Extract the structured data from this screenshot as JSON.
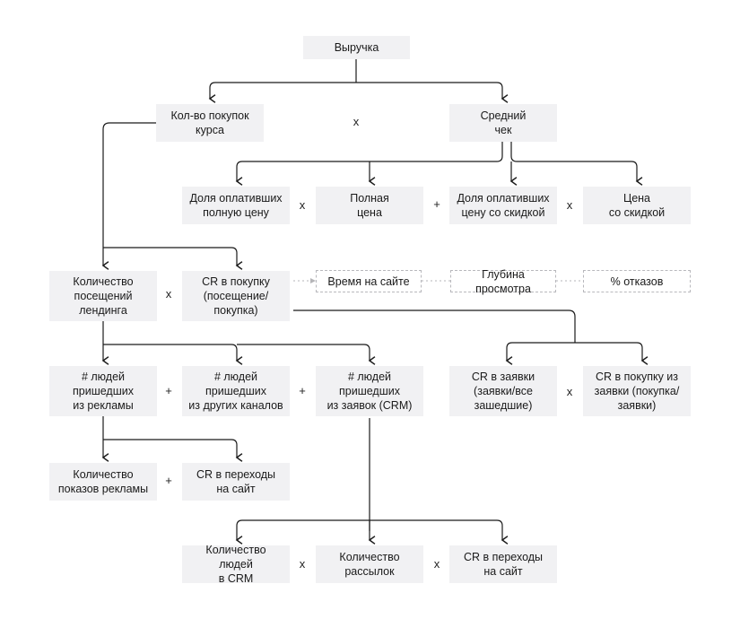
{
  "nodes": {
    "revenue": "Выручка",
    "purchases_count": "Кол-во покупок\nкурса",
    "avg_check": "Средний\nчек",
    "share_full": "Доля оплативших\nполную цену",
    "full_price": "Полная\nцена",
    "share_discount": "Доля оплативших\nцену со скидкой",
    "discount_price": "Цена\nсо скидкой",
    "landing_visits": "Количество\nпосещений\nлендинга",
    "cr_purchase": "CR в покупку\n(посещение/\nпокупка)",
    "time_on_site": "Время на сайте",
    "view_depth": "Глубина просмотра",
    "bounce_rate": "% отказов",
    "people_ads": "# людей\nпришедших\nиз рекламы",
    "people_other": "# людей\nпришедших\nиз других каналов",
    "people_leads": "# людей\nпришедших\nиз заявок (CRM)",
    "cr_leads": "CR в заявки\n(заявки/все\nзашедшие)",
    "cr_purchase_leads": "CR в покупку из\nзаявки (покупка/\nзаявки)",
    "ad_impressions": "Количество\nпоказов рекламы",
    "cr_clicks_ads": "CR в переходы\nна сайт",
    "crm_people": "Количество людей\nв CRM",
    "mailings": "Количество\nрассылок",
    "cr_clicks_mail": "CR в переходы\nна сайт"
  },
  "operators": {
    "times": "x",
    "plus": "+"
  }
}
